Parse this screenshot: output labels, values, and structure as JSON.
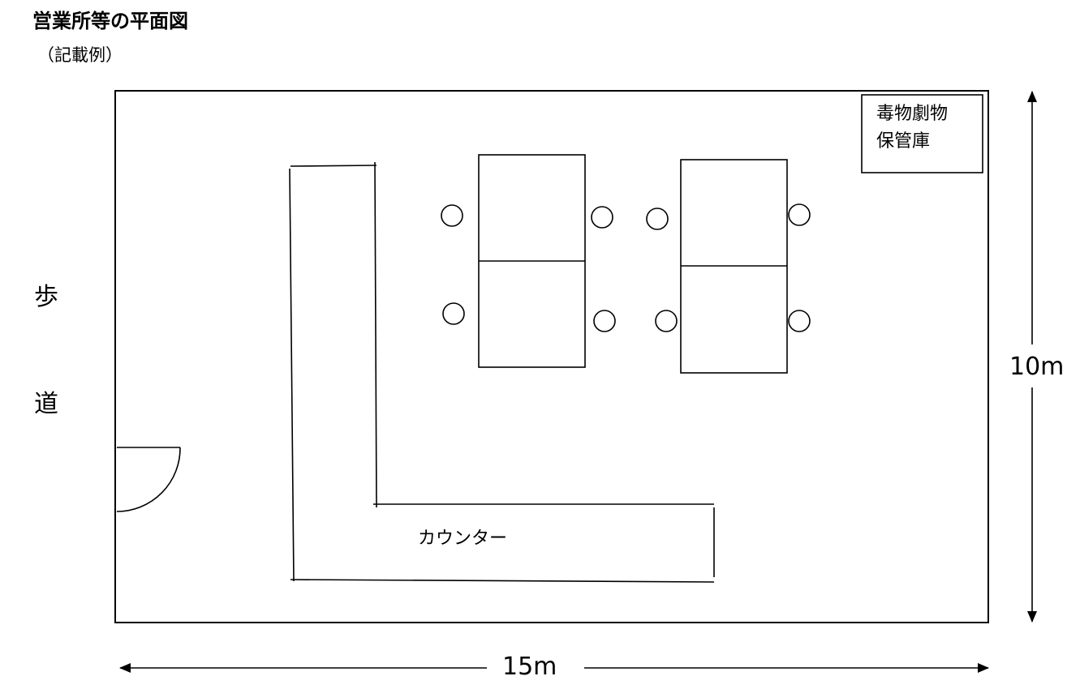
{
  "title": "営業所等の平面図",
  "subtitle": "（記載例）",
  "labels": {
    "sidewalk_char1": "歩",
    "sidewalk_char2": "道",
    "storage_line1": "毒物劇物",
    "storage_line2": "保管庫",
    "counter": "カウンター",
    "width": "15m",
    "height": "10m"
  }
}
